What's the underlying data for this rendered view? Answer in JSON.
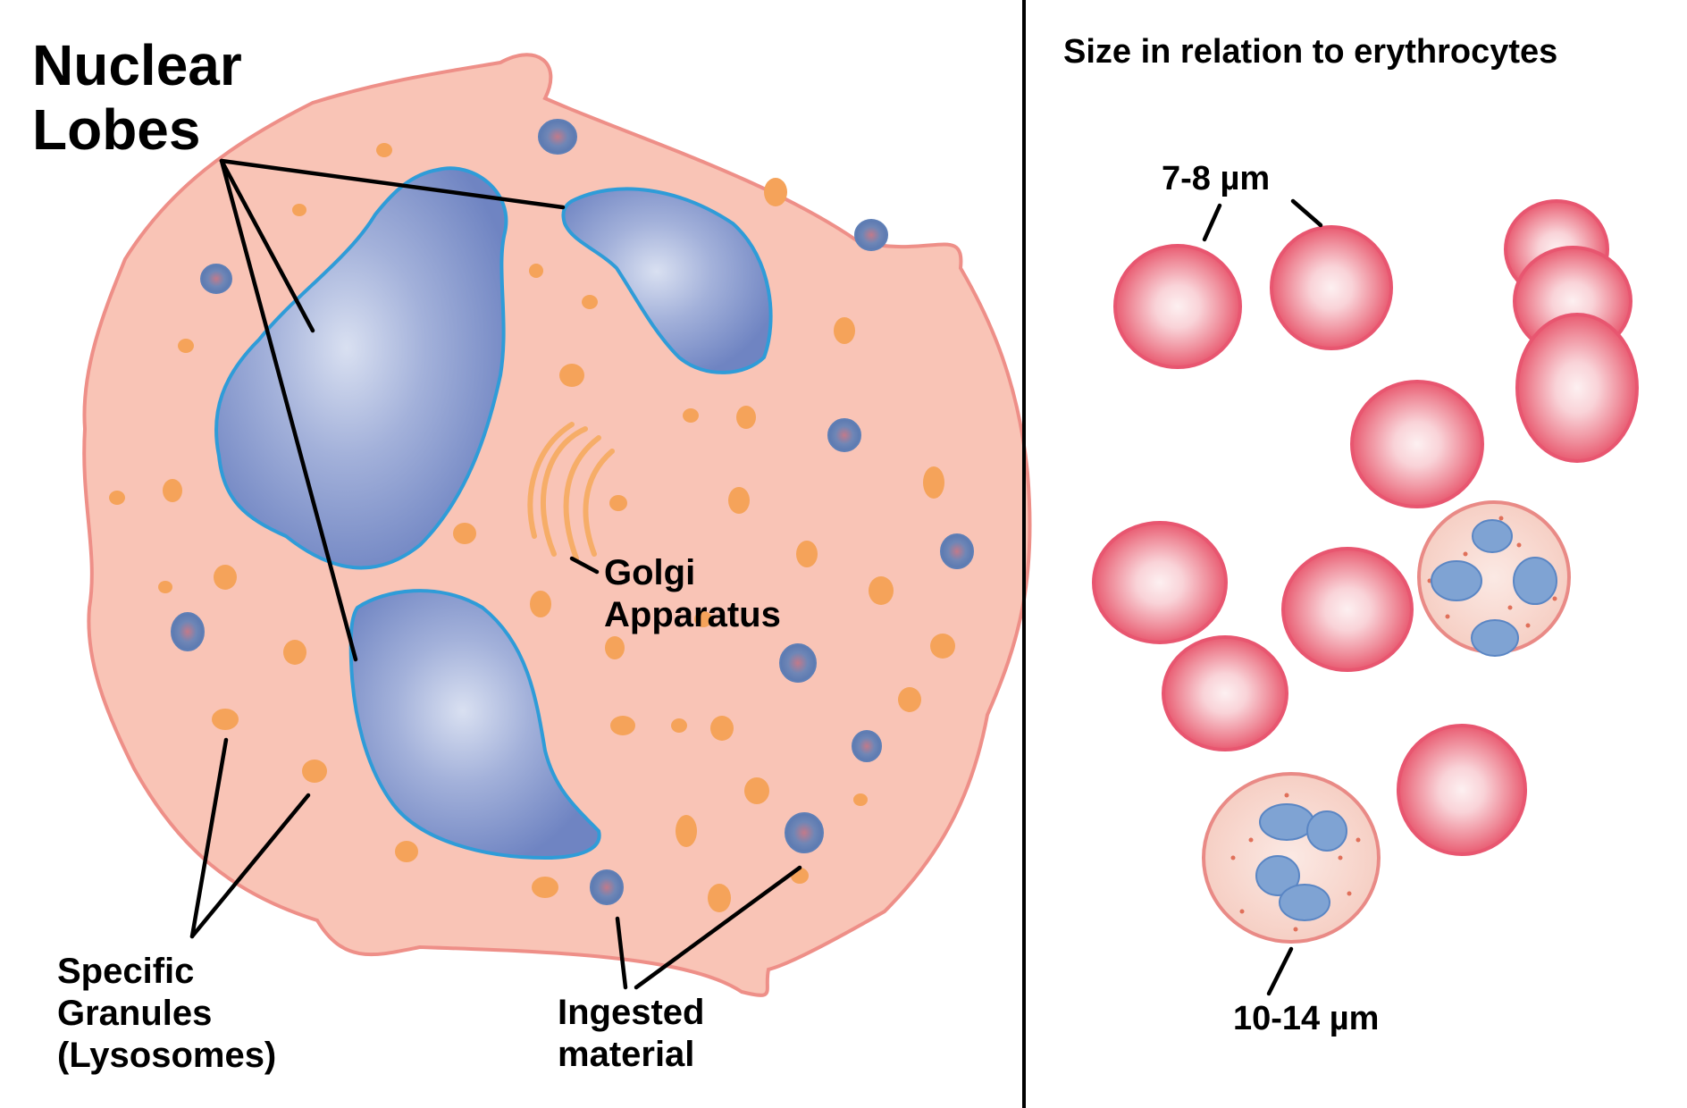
{
  "labels": {
    "nuclear_lobes": [
      "Nuclear",
      "Lobes"
    ],
    "golgi": [
      "Golgi",
      "Apparatus"
    ],
    "granules": [
      "Specific",
      "Granules",
      "(Lysosomes)"
    ],
    "ingested": [
      "Ingested",
      "material"
    ],
    "size_title": "Size in relation to erythrocytes",
    "erythrocyte_size": "7-8 µm",
    "neutrophil_size": "10-14 µm"
  },
  "colors": {
    "cytoplasm": "#f9c3b4",
    "cytoplasm_edge": "#ef8e86",
    "nucleus": "#7f92c8",
    "nucleus_edge": "#2d9ad6",
    "granule": "#f5a45c",
    "ingested": "#6d86b4",
    "golgi": "#f7b46f",
    "erythrocyte": "#ec6a80",
    "erythrocyte_center": "#fbe2e5",
    "divider": "#000000"
  }
}
